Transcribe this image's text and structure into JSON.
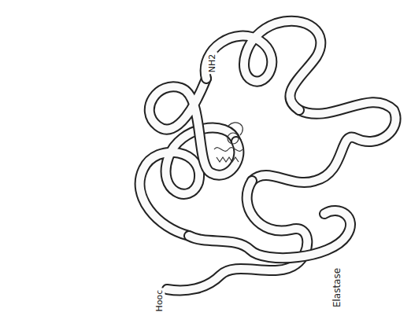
{
  "diagram": {
    "labels": [
      "NH2",
      "Hooc",
      "Elastase"
    ]
  }
}
